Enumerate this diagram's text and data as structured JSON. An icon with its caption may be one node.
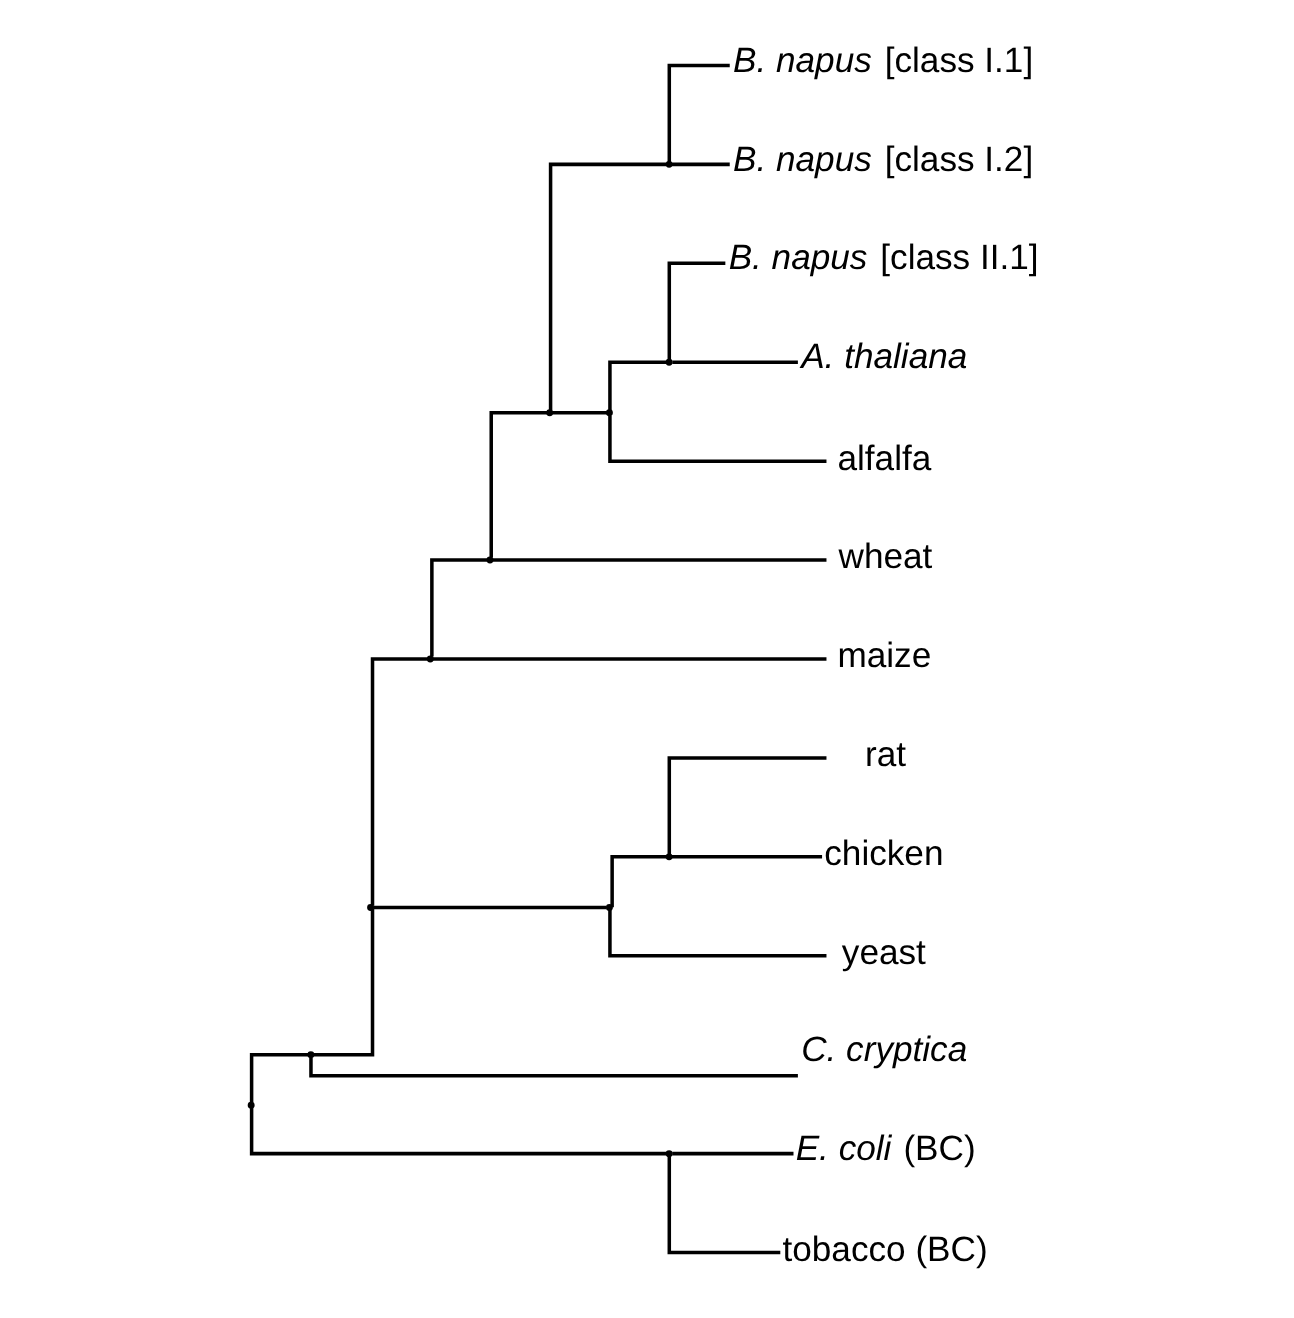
{
  "diagram": {
    "nodes": [
      {
        "text": [
          "*B. napus* [class I.1]"
        ]
      },
      {
        "text": [
          "*B. napus* [class I.2]"
        ]
      },
      {
        "text": [
          "*B. napus* [class II.1]"
        ]
      },
      {
        "text": [
          "*A. thaliana*"
        ]
      },
      {
        "text": [
          "alfalfa"
        ]
      },
      {
        "text": [
          "wheat"
        ]
      },
      {
        "text": [
          "maize"
        ]
      },
      {
        "text": [
          "rat"
        ]
      },
      {
        "text": [
          "chicken"
        ]
      },
      {
        "text": [
          "yeast"
        ]
      },
      {
        "text": [
          "*C. cryptica*"
        ]
      },
      {
        "text": [
          "*E. coli* (BC)"
        ]
      },
      {
        "text": [
          "tobacco (BC)"
        ]
      },
      {
        "text": [],
        "shape": "point"
      },
      {
        "text": [],
        "shape": "point"
      },
      {
        "text": [],
        "shape": "point"
      },
      {
        "text": [],
        "shape": "point"
      },
      {
        "text": [],
        "shape": "point"
      },
      {
        "text": [],
        "shape": "point"
      },
      {
        "text": [],
        "shape": "point"
      },
      {
        "text": [],
        "shape": "point"
      },
      {
        "text": [],
        "shape": "point"
      },
      {
        "text": [],
        "shape": "point"
      },
      {
        "text": [],
        "shape": "point"
      },
      {
        "text": [],
        "shape": "point"
      }
    ],
    "edges": [
      {
        "from": 13,
        "to": 14,
        "arrow": "none"
      },
      {
        "from": 13,
        "to": 15,
        "arrow": "none"
      },
      {
        "from": 14,
        "to": 16,
        "arrow": "none"
      },
      {
        "from": 14,
        "to": 10,
        "arrow": "none"
      },
      {
        "from": 15,
        "to": 11,
        "arrow": "none"
      },
      {
        "from": 15,
        "to": 12,
        "arrow": "none"
      },
      {
        "from": 16,
        "to": 18,
        "arrow": "none"
      },
      {
        "from": 16,
        "to": 17,
        "arrow": "none"
      },
      {
        "from": 17,
        "to": 24,
        "arrow": "none"
      },
      {
        "from": 17,
        "to": 9,
        "arrow": "none"
      },
      {
        "from": 24,
        "to": 7,
        "arrow": "none"
      },
      {
        "from": 24,
        "to": 8,
        "arrow": "none"
      },
      {
        "from": 18,
        "to": 19,
        "arrow": "none"
      },
      {
        "from": 18,
        "to": 6,
        "arrow": "none"
      },
      {
        "from": 19,
        "to": 20,
        "arrow": "none"
      },
      {
        "from": 19,
        "to": 5,
        "arrow": "none"
      },
      {
        "from": 20,
        "to": 22,
        "arrow": "none"
      },
      {
        "from": 20,
        "to": 21,
        "arrow": "none"
      },
      {
        "from": 22,
        "to": 0,
        "arrow": "none"
      },
      {
        "from": 22,
        "to": 1,
        "arrow": "none"
      },
      {
        "from": 21,
        "to": 23,
        "arrow": "none"
      },
      {
        "from": 21,
        "to": 4,
        "arrow": "none"
      },
      {
        "from": 23,
        "to": 2,
        "arrow": "none"
      },
      {
        "from": 23,
        "to": 3,
        "arrow": "none"
      }
    ]
  }
}
